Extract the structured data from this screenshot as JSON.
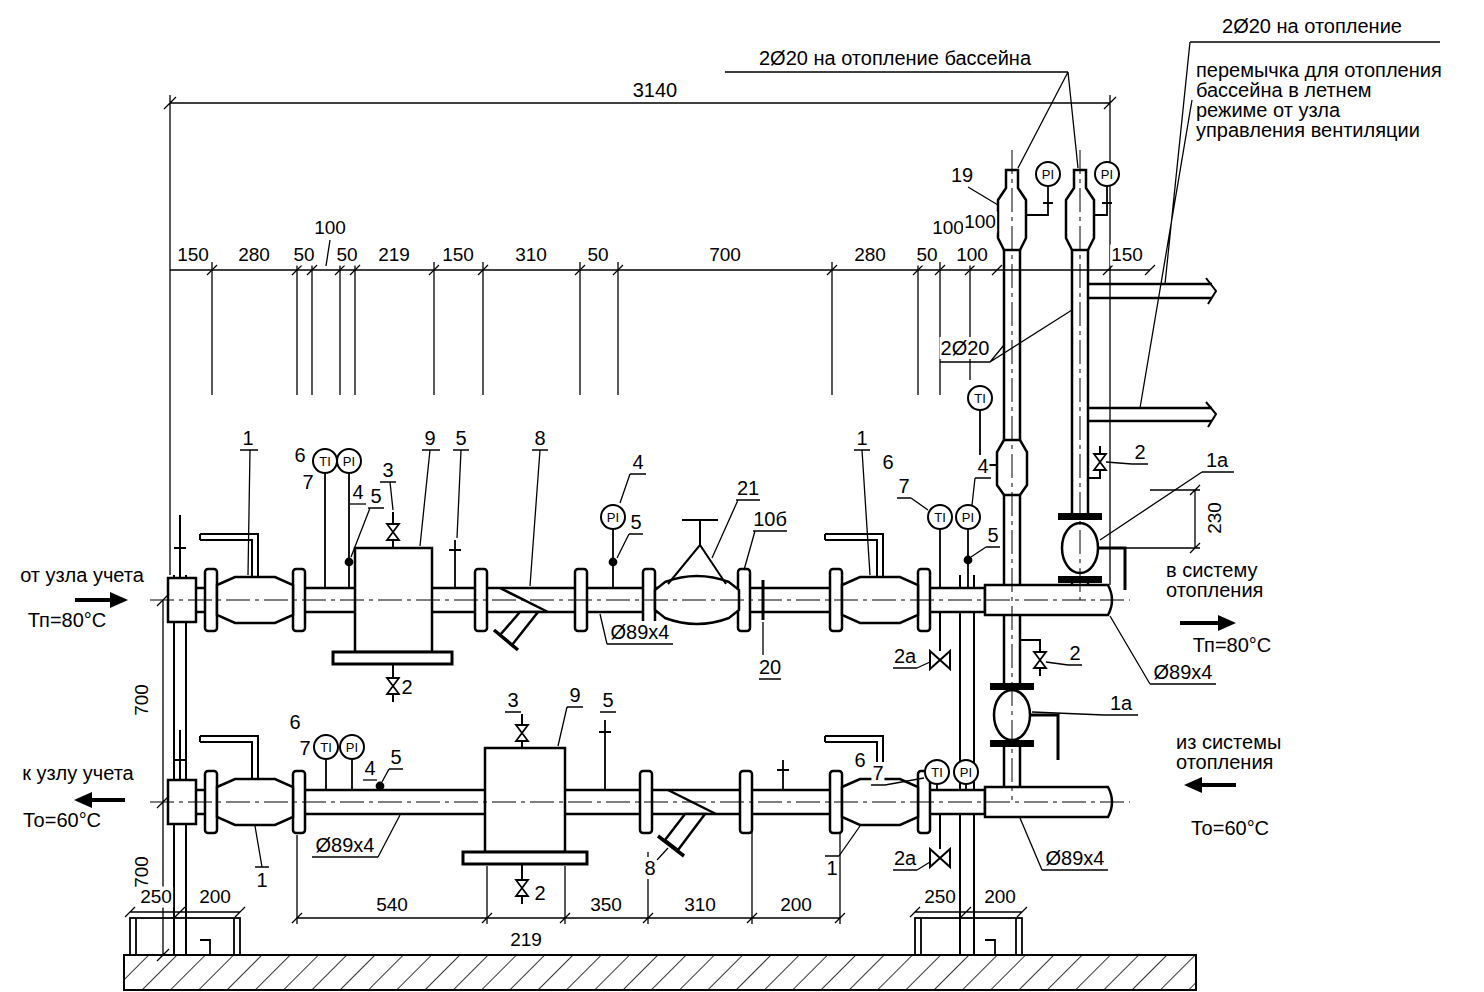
{
  "diagram": {
    "nodes": [
      {
        "text": [
          "PI"
        ]
      },
      {
        "text": [
          "PI"
        ]
      },
      {
        "text": [
          "TI"
        ]
      },
      {
        "text": [
          "TI"
        ]
      },
      {
        "text": [
          "PI"
        ]
      },
      {
        "text": [
          "PI"
        ]
      },
      {
        "text": [
          "TI"
        ]
      },
      {
        "text": [
          "PI"
        ]
      },
      {
        "text": [
          "TI"
        ]
      },
      {
        "text": [
          "PI"
        ]
      },
      {
        "text": [
          "TI"
        ]
      },
      {
        "text": [
          "PI"
        ]
      }
    ],
    "labels": [
      "2Ø20 на отопление",
      "2Ø20 на отопление бассейна",
      "перемычка для отопления бассейна в летнем режиме от узла управления вентиляции",
      "3140",
      "100",
      "150",
      "280",
      "50",
      "50",
      "219",
      "150",
      "310",
      "50",
      "700",
      "280",
      "100",
      "19",
      "100",
      "50",
      "100",
      "150",
      "2Ø20",
      "1",
      "9",
      "5",
      "8",
      "1",
      "2",
      "1а",
      "6",
      "4",
      "6",
      "4",
      "3",
      "7",
      "7",
      "21",
      "4",
      "5",
      "230",
      "10б",
      "5",
      "5",
      "от узла учета",
      "в систему отопления",
      "Тп=80°C",
      "Тп=80°C",
      "Ø89х4",
      "2а",
      "2",
      "20",
      "Ø89х4",
      "2",
      "3",
      "9",
      "5",
      "700",
      "1а",
      "6",
      "7",
      "5",
      "6",
      "4",
      "из системы отопления",
      "к узлу учета",
      "То=60°C",
      "7",
      "То=60°C",
      "Ø89х4",
      "2а",
      "Ø89х4",
      "8",
      "1",
      "1",
      "700",
      "250",
      "200",
      "540",
      "2",
      "350",
      "310",
      "200",
      "250",
      "200",
      "219"
    ]
  }
}
